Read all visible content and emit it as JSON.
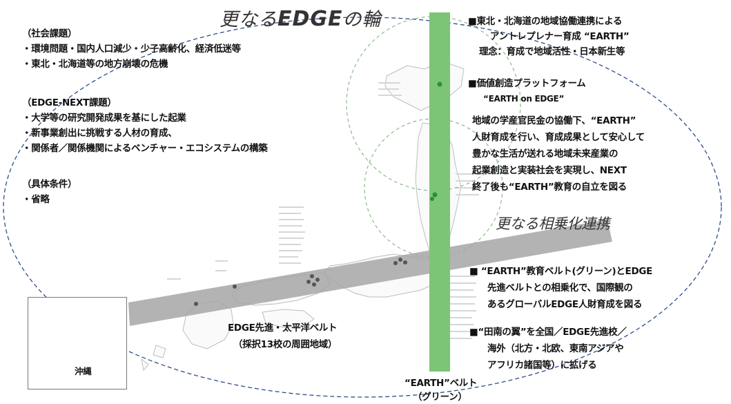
{
  "title": {
    "prefix": "更なる",
    "edge": "EDGE",
    "suffix": "の輪"
  },
  "left": {
    "social_heading": "（社会課題）",
    "social_1": "・環境問題・国内人口減少・少子高齢化、経済低迷等",
    "social_2": "・東北・北海道等の地方崩壊の危機",
    "edge_heading": "（EDGE-NEXT課題）",
    "edge_1": "・大学等の研究開発成果を基にした起業",
    "edge_2": "・新事業創出に挑戦する人材の育成、",
    "edge_3": "・関係者／関係機関によるベンチャー・エコシステムの構築",
    "cond_heading": "（具体条件）",
    "cond_1": "・省略"
  },
  "right_top": {
    "item1_l1": "■東北・北海道の地域協働連携による",
    "item1_l2": "アントレプレナー育成 “EARTH”",
    "item1_l3": "理念：育成で地域活性・日本新生等",
    "item2_l1": "■価値創造プラットフォーム",
    "item2_l2": "“EARTH on EDGE”",
    "body_l1": "地域の学産官民金の協働下、“EARTH”",
    "body_l2": "人財育成を行い、育成成果として安心して",
    "body_l3": "豊かな生活が送れる地域未来産業の",
    "body_l4": "起業創造と実装社会を実現し、NEXT",
    "body_l5": "終了後も“EARTH”教育の自立を図る"
  },
  "synergy": "更なる相乗化連携",
  "right_bottom": {
    "item3_l1": "■ “EARTH”教育ベルト(グリーン)とEDGE",
    "item3_l2": "先進ベルトとの相乗化で、国際観の",
    "item3_l3": "あるグローバルEDGE人財育成を図る",
    "item4_l1": "■“田南の翼”を全国／EDGE先進校／",
    "item4_l2": "海外（北方・北欧、東南アジアや",
    "item4_l3": "アフリカ諸国等）に拡げる"
  },
  "pacific_belt": {
    "l1": "EDGE先進・太平洋ベルト",
    "l2": "（採択13校の周囲地域）"
  },
  "earth_belt": {
    "l1": "“EARTH”ベルト",
    "l2": "（グリーン）"
  },
  "okinawa": "沖縄",
  "colors": {
    "green_belt": "#7cc576",
    "gray_belt": "#a6a6a6",
    "ellipse": "#2c4a8a",
    "map_line": "#bdbdbd"
  }
}
